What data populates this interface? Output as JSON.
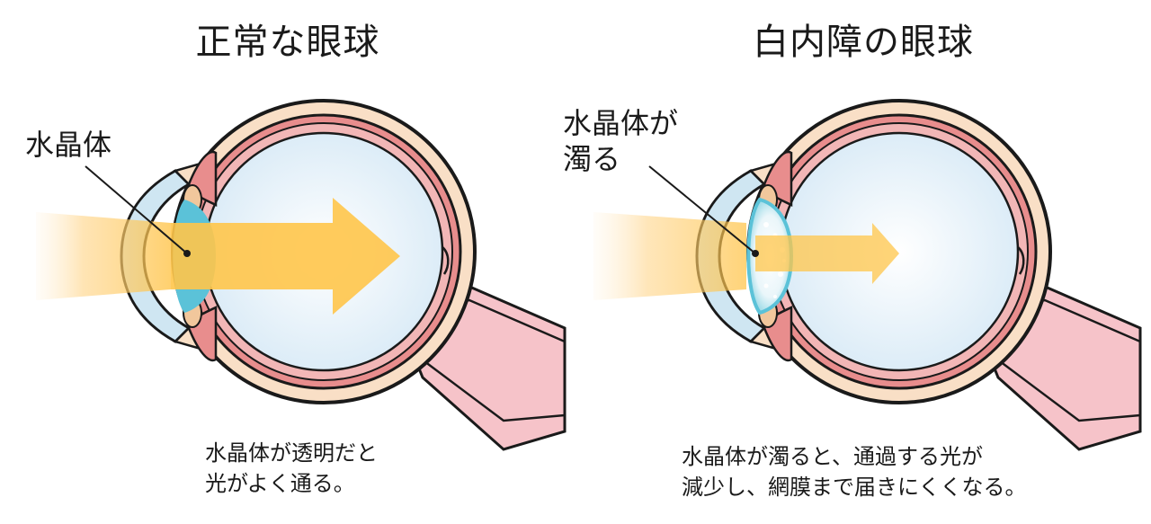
{
  "left_panel": {
    "title": "正常な眼球",
    "lens_label": "水晶体",
    "caption": [
      "水晶体が透明だと",
      "光がよく通る。"
    ]
  },
  "right_panel": {
    "title": "白内障の眼球",
    "lens_label": [
      "水晶体が",
      "濁る"
    ],
    "caption": [
      "水晶体が濁ると、通過する光が",
      "減少し、網膜まで届きにくくなる。"
    ]
  },
  "colors": {
    "outline": "#1a1a1a",
    "sclera": "#f9dfc6",
    "choroid": "#e88d8d",
    "retina": "#f2b6b6",
    "vitreous": "#eaf4fb",
    "cornea": "#cfe6f2",
    "lens": "#5bc2d8",
    "light_beam": "#ffc54a",
    "optic_nerve": "#f6c3c9"
  }
}
